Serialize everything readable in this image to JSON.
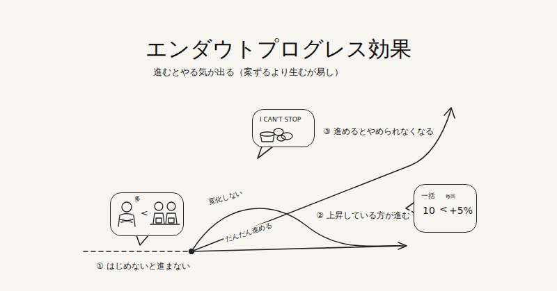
{
  "diagram": {
    "title": "エンダウトプログレス効果",
    "nodes": [
      {
        "text": [
          "I CAN'T STOP"
        ]
      },
      {
        "text": [
          "多",
          "<"
        ]
      },
      {
        "text": [
          "一括",
          "毎回",
          "10",
          "<",
          "+5%"
        ]
      }
    ],
    "labels": [
      "進むとやる気が出る（案ずるより生むが易し）",
      "③ 進めるとやめられなくなる",
      "② 上昇している方が進む",
      "① はじめないと進まない",
      "変化しない",
      "だんだん進める"
    ]
  }
}
